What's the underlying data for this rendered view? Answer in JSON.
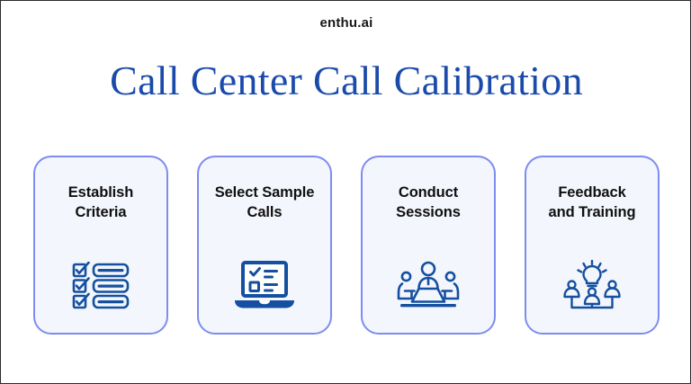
{
  "brand": {
    "name": "enthu.ai"
  },
  "header": {
    "title": "Call Center Call Calibration"
  },
  "colors": {
    "title_blue": "#1a4bab",
    "icon_blue": "#14509f",
    "card_border": "#7d8cf0",
    "card_background": "#f4f6fd",
    "page_background": "#ffffff",
    "page_border": "#2b2b2b",
    "brand_text": "#181818",
    "card_title_text": "#101010"
  },
  "cards": [
    {
      "id": "establish-criteria",
      "title": "Establish Criteria",
      "title_lines": [
        "Establish",
        "Criteria"
      ],
      "icon": "checklist-icon"
    },
    {
      "id": "select-sample-calls",
      "title": "Select Sample Calls",
      "title_lines": [
        "Select Sample",
        "Calls"
      ],
      "icon": "laptop-checklist-icon"
    },
    {
      "id": "conduct-sessions",
      "title": "Conduct Sessions",
      "title_lines": [
        "Conduct",
        "Sessions"
      ],
      "icon": "meeting-table-icon"
    },
    {
      "id": "feedback-and-training",
      "title": "Feedback and Training",
      "title_lines": [
        "Feedback",
        "and Training"
      ],
      "icon": "lightbulb-team-icon"
    }
  ]
}
